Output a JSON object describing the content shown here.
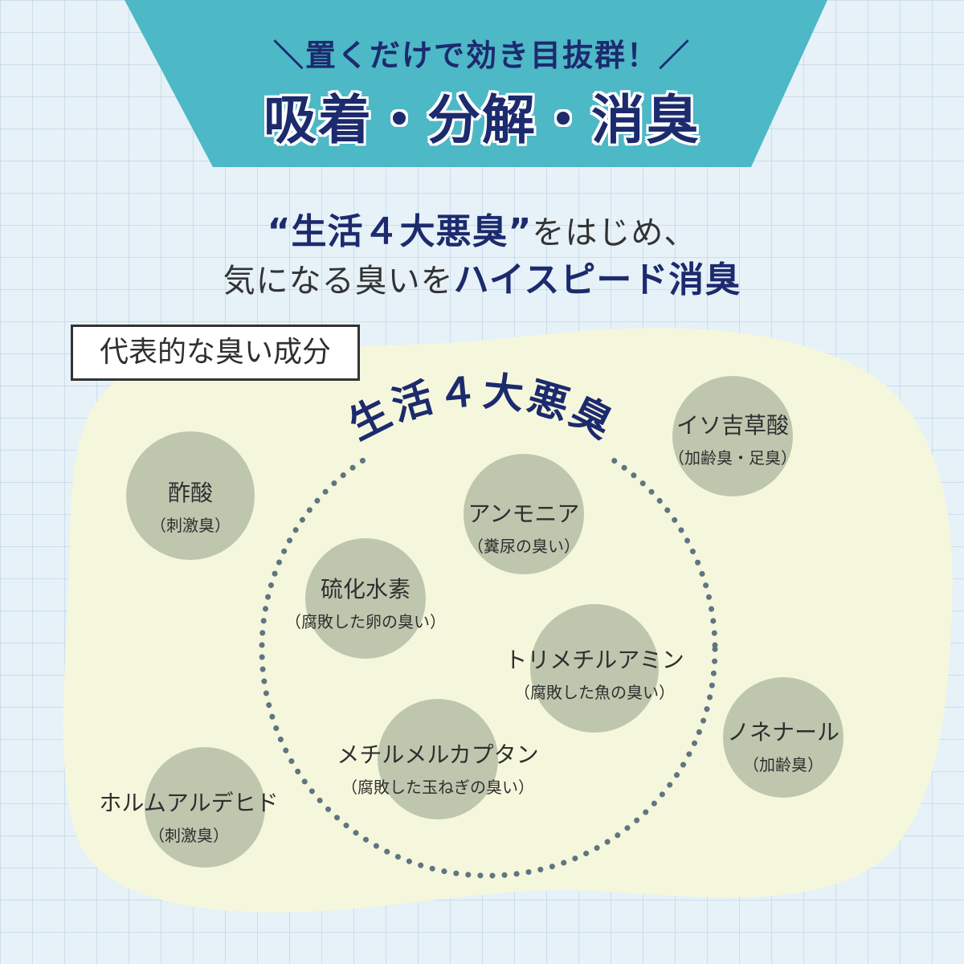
{
  "banner": {
    "sub": "＼置くだけで効き目抜群！／",
    "main": "吸着・分解・消臭"
  },
  "headline": {
    "line1_em": "“生活４大悪臭”",
    "line1_rest": "をはじめ、",
    "line2_pre": "気になる臭いを",
    "line2_em": "ハイスピード消臭"
  },
  "section_label": "代表的な臭い成分",
  "group_title": "生活４大悪臭",
  "colors": {
    "banner": "#4db8c6",
    "navy": "#1c2a6e",
    "blob": "#f5f7dc",
    "circle": "#bfc6ae",
    "dots": "#5f7580"
  },
  "odors": [
    {
      "name": "酢酸",
      "desc": "（刺激臭）"
    },
    {
      "name": "イソ吉草酸",
      "desc": "（加齢臭・足臭）"
    },
    {
      "name": "アンモニア",
      "desc": "（糞尿の臭い）"
    },
    {
      "name": "硫化水素",
      "desc": "（腐敗した卵の臭い）"
    },
    {
      "name": "トリメチルアミン",
      "desc": "（腐敗した魚の臭い）"
    },
    {
      "name": "ノネナール",
      "desc": "（加齢臭）"
    },
    {
      "name": "メチルメルカプタン",
      "desc": "（腐敗した玉ねぎの臭い）"
    },
    {
      "name": "ホルムアルデヒド",
      "desc": "（刺激臭）"
    }
  ]
}
